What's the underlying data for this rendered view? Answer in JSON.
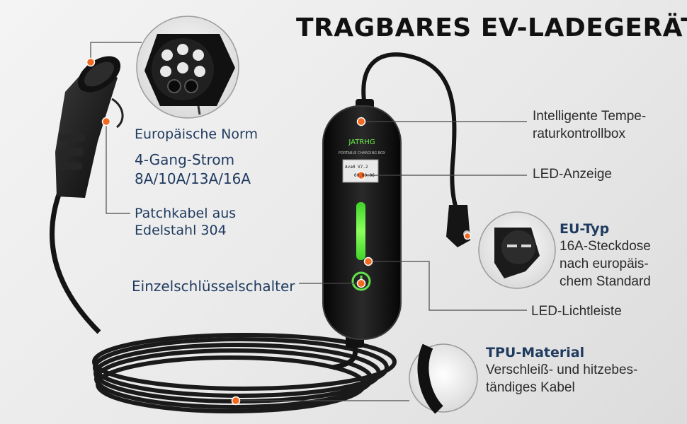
{
  "title": "TRAGBARES EV-LADEGERÄT",
  "device": {
    "brand": "JATRHG",
    "subtitle": "PORTABLE CHARGING BOX",
    "lcd_line1": "Ava0  V7.2",
    "lcd_line2": "00:00:06"
  },
  "labels": {
    "european_norm": "Europäische Norm",
    "power_line1": "4-Gang-Strom",
    "power_line2": "8A/10A/13A/16A",
    "cable_line1": "Patchkabel aus",
    "cable_line2": "Edelstahl 304",
    "switch": "Einzelschlüsselschalter",
    "temp_line1": "Intelligente Tempe-",
    "temp_line2": "raturkontrollbox",
    "led_display": "LED-Anzeige",
    "eu_title": "EU-Typ",
    "eu_line1": "16A-Steckdose",
    "eu_line2": "nach europäis-",
    "eu_line3": "chem Standard",
    "led_bar": "LED-Lichtleiste",
    "tpu_title": "TPU-Material",
    "tpu_line1": "Verschleiß- und hitzebes-",
    "tpu_line2": "tändiges Kabel"
  },
  "colors": {
    "accent_dot": "#f26a21",
    "label_text": "#1f3a5f",
    "led_green": "#6cf04a",
    "device_body": "#141414"
  }
}
